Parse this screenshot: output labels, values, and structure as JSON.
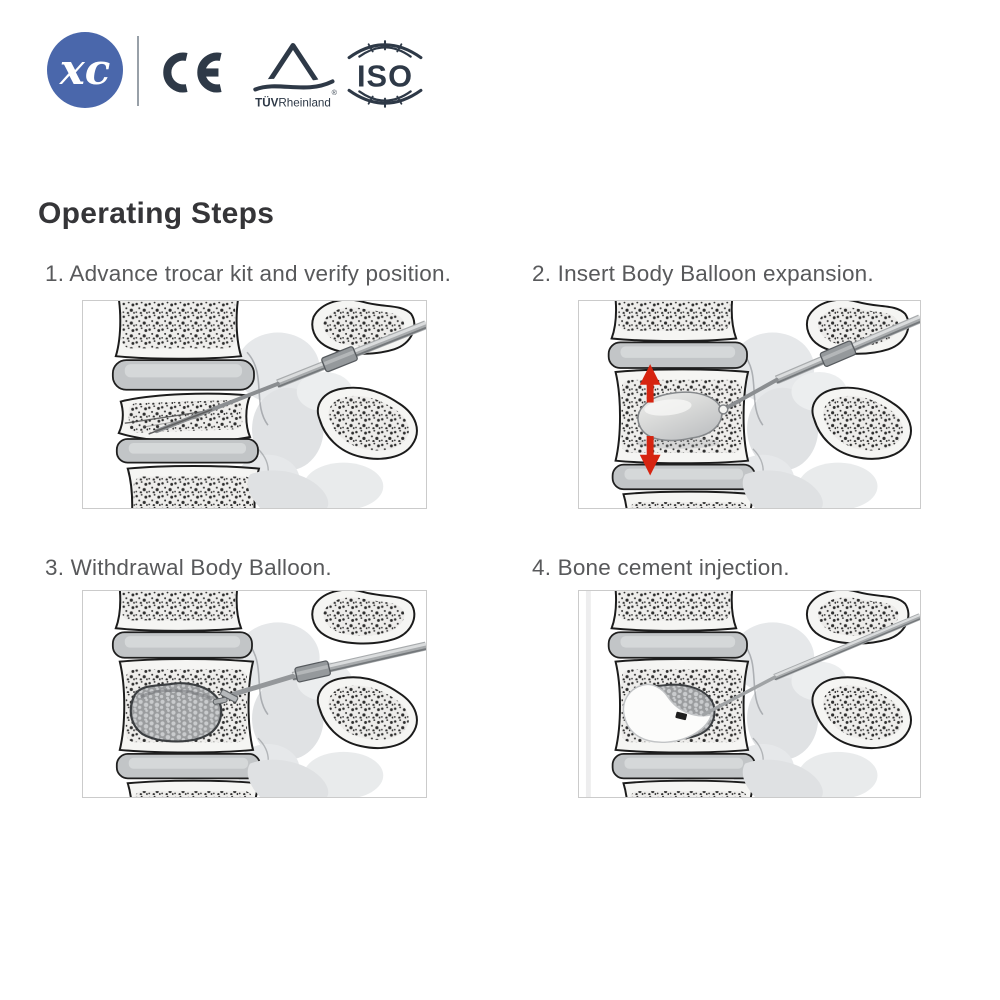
{
  "header": {
    "brand_initials": "xc",
    "ce_label": "CE",
    "tuv_label_bold": "TÜV",
    "tuv_label_regular": "Rheinland",
    "tuv_reg_mark": "®",
    "iso_label": "ISO"
  },
  "page": {
    "title": "Operating Steps"
  },
  "steps": [
    {
      "number": "1.",
      "caption": "Advance trocar kit and verify position.",
      "variant": "trocar",
      "alt": "Lateral spine with collapsed vertebra and trocar inserted"
    },
    {
      "number": "2.",
      "caption": "Insert Body Balloon expansion.",
      "variant": "balloon",
      "alt": "Balloon inflated inside vertebral body with red expansion arrows"
    },
    {
      "number": "3.",
      "caption": "Withdrawal Body Balloon.",
      "variant": "withdraw",
      "alt": "Cavity left in restored vertebral body after balloon removal"
    },
    {
      "number": "4.",
      "caption": "Bone cement injection.",
      "variant": "cement",
      "alt": "Bone cement filling the cavity through the cannula"
    }
  ],
  "colors": {
    "brand_blue": "#4a67ab",
    "logo_ink": "#2e3947",
    "heading_ink": "#353538",
    "caption_ink": "#58595b",
    "panel_border": "#cbcbcb",
    "arrow_red": "#d62410"
  }
}
